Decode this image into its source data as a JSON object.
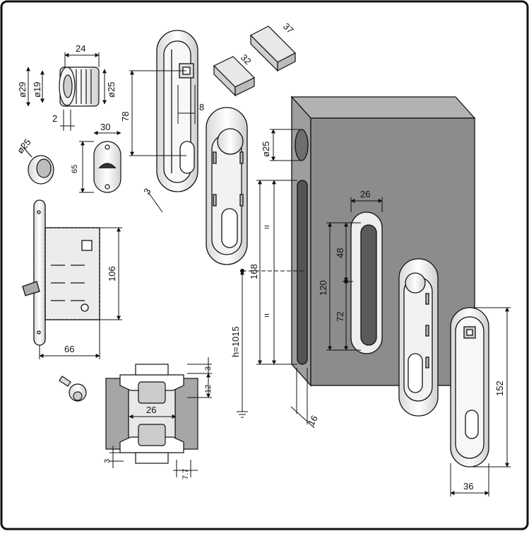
{
  "dimensions": {
    "d24": "24",
    "d19": "ø19",
    "d29": "ø29",
    "d25a": "ø25",
    "d2": "2",
    "d25b": "ø25",
    "d30": "30",
    "d65": "65",
    "d78": "78",
    "d8": "8",
    "d3a": "3",
    "d32": "32",
    "d37": "37",
    "d25c": "ø25",
    "d26a": "26",
    "eq1": "=",
    "eq2": "=",
    "d168": "168",
    "d120": "120",
    "d48": "48",
    "d72": "72",
    "h1015": "h=1015",
    "d16": "16",
    "d152": "152",
    "d36": "36",
    "d106": "106",
    "d66": "66",
    "d3b": "3",
    "d12": "12",
    "d26b": "26",
    "d3c": "3",
    "d77": "7.7"
  },
  "colors": {
    "door_front": "#8a8a8a",
    "door_top": "#b0b0b0",
    "door_side": "#9a9a9a",
    "wall_gray": "#a6a6a6",
    "line": "#111111",
    "metal_light": "#f0f0f0"
  }
}
